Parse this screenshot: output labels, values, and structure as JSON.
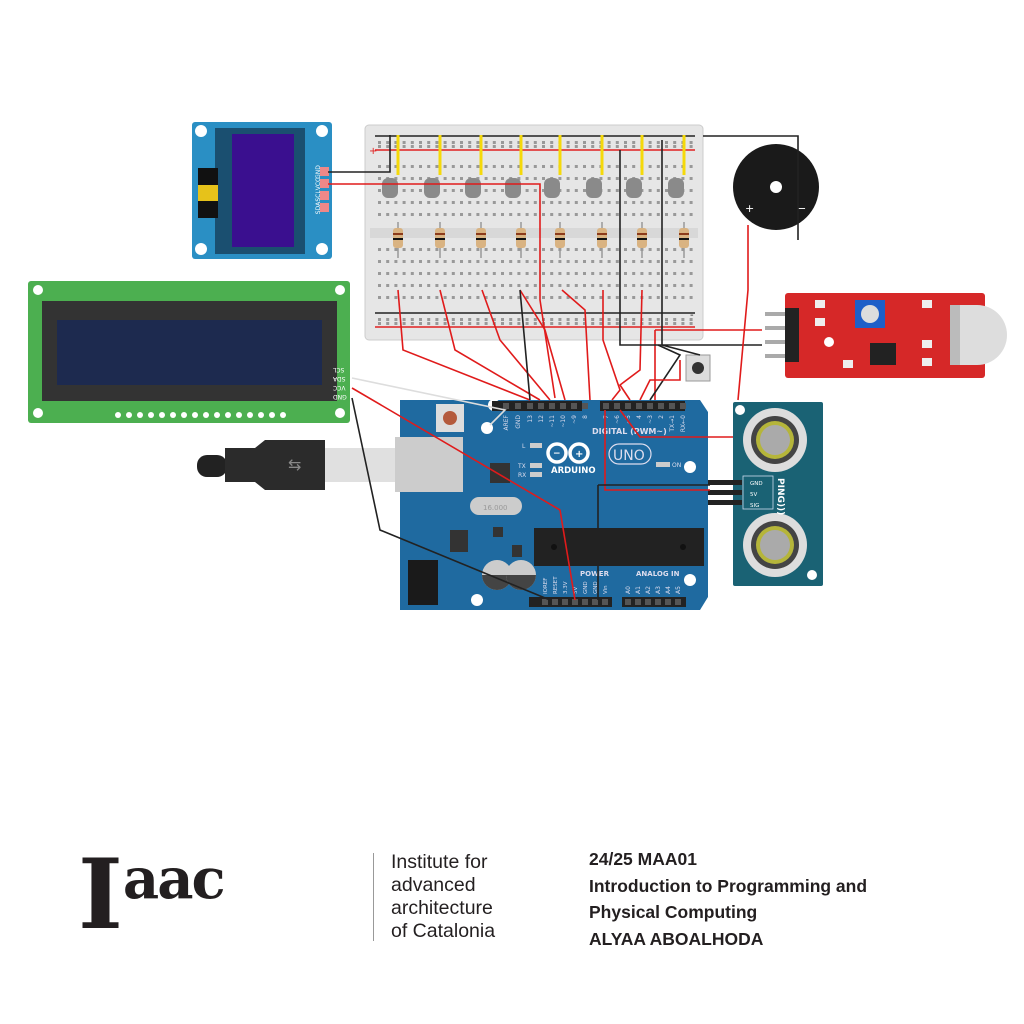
{
  "oled": {
    "pins": [
      "GND",
      "VCC",
      "SCL",
      "SDA"
    ]
  },
  "lcd": {
    "pins": [
      "SCL",
      "SDA",
      "VCC",
      "GND"
    ]
  },
  "arduino": {
    "digital_pins": [
      "AREF",
      "GND",
      "13",
      "12",
      "~11",
      "~10",
      "~9",
      "8",
      "7",
      "~6",
      "~5",
      "4",
      "~3",
      "2",
      "TX→1",
      "RX←0"
    ],
    "digital_label": "DIGITAL (PWM~)",
    "brand": "ARDUINO",
    "model": "UNO",
    "leds": [
      "L",
      "TX",
      "RX"
    ],
    "on_label": "ON",
    "power_label": "POWER",
    "analog_label": "ANALOG IN",
    "power_pins": [
      "IOREF",
      "RESET",
      "3.3V",
      "5V",
      "GND",
      "GND",
      "Vin"
    ],
    "analog_pins": [
      "A0",
      "A1",
      "A2",
      "A3",
      "A4",
      "A5"
    ],
    "crystal": "16.000"
  },
  "ping": {
    "pins": [
      "GND",
      "5V",
      "SIG"
    ],
    "label": "PING)))"
  },
  "breadboard": {
    "rail_plus": "+",
    "rail_minus": "-"
  },
  "footer": {
    "logo_main": "I",
    "logo_sup": "aac",
    "institute": [
      "Institute for",
      "advanced",
      "architecture",
      "of Catalonia"
    ],
    "course": [
      "24/25 MAA01",
      "Introduction to Programming and",
      "Physical Computing",
      "ALYAA ABOALHODA"
    ]
  },
  "colors": {
    "arduino": "#1f6aa0",
    "breadboard": "#e6e6e6",
    "oled": "#2a8fc4",
    "oled_screen": "#3a0f8f",
    "lcd": "#4caf50",
    "lcd_screen": "#1d2a4f",
    "ping": "#1a6274",
    "sound": "#d62828",
    "wire_red": "#e01b1b",
    "wire_black": "#222222",
    "wire_yellow": "#f5d90a"
  }
}
